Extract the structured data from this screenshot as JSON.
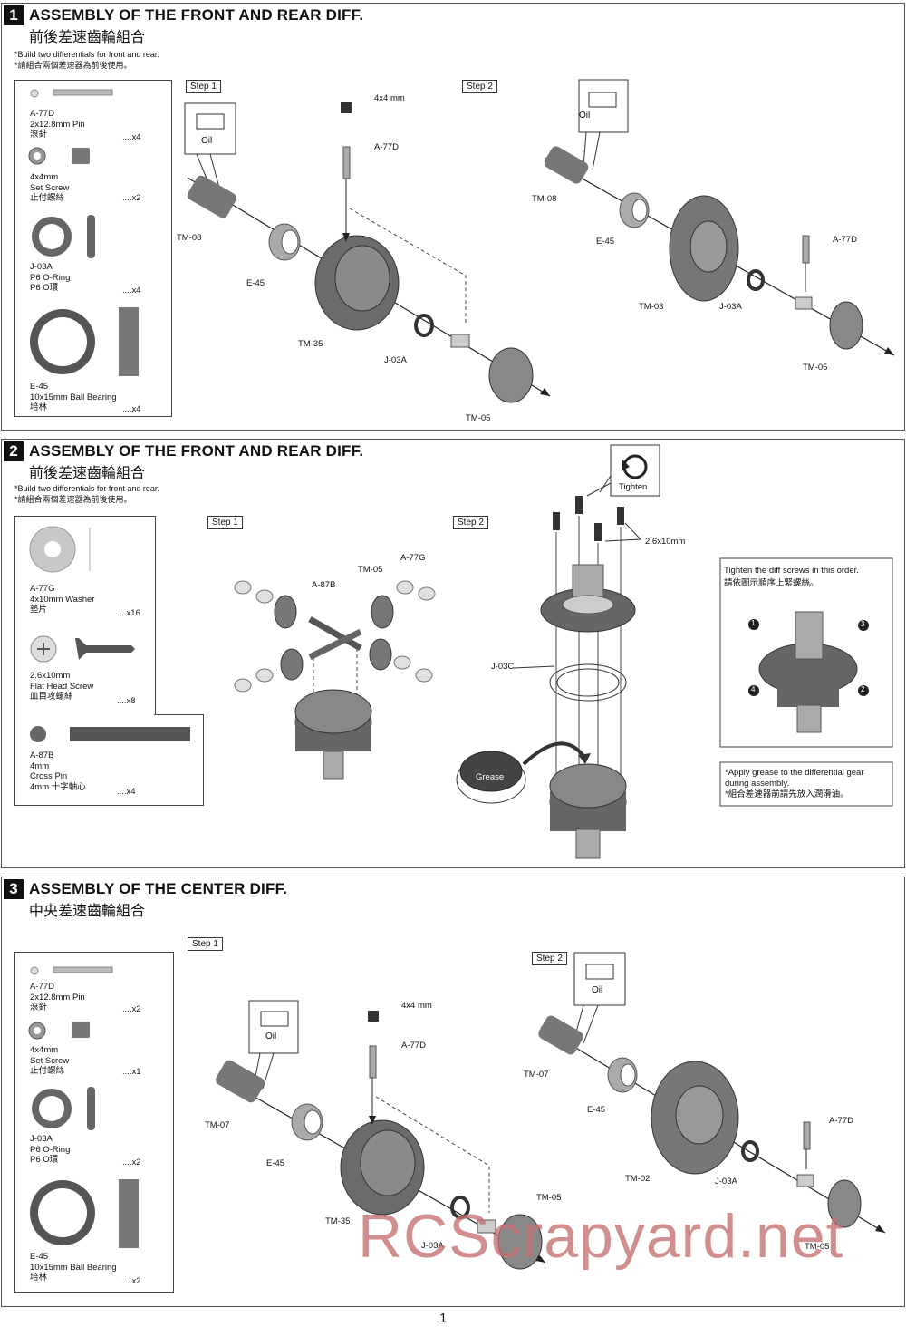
{
  "sections": [
    {
      "num": "1",
      "title": "ASSEMBLY OF THE FRONT AND REAR DIFF.",
      "subtitle": "前後差速齒輪組合",
      "note_en": "*Build two differentials for front and rear.",
      "note_zh": "*請組合兩個差速器為前後使用。",
      "parts": [
        {
          "code": "A-77D",
          "name": "2x12.8mm Pin",
          "zh": "滾針",
          "qty": "....x4"
        },
        {
          "code": "4x4mm",
          "name": "Set Screw",
          "zh": "止付螺絲",
          "qty": "....x2"
        },
        {
          "code": "J-03A",
          "name": "P6 O-Ring",
          "zh": "P6 O環",
          "qty": "....x4"
        },
        {
          "code": "E-45",
          "name": "10x15mm Ball Bearing",
          "zh": "培林",
          "qty": "....x4"
        }
      ],
      "step1": "Step 1",
      "step2": "Step 2",
      "oil": "Oil",
      "labels": {
        "screw": "4x4 mm",
        "pin": "A-77D",
        "tm08": "TM-08",
        "e45": "E-45",
        "tm35": "TM-35",
        "j03a": "J-03A",
        "tm05": "TM-05",
        "tm08b": "TM-08",
        "e45b": "E-45",
        "tm03": "TM-03",
        "j03ab": "J-03A",
        "pinb": "A-77D",
        "tm05b": "TM-05"
      }
    },
    {
      "num": "2",
      "title": "ASSEMBLY OF THE FRONT AND REAR DIFF.",
      "subtitle": "前後差速齒輪組合",
      "note_en": "*Build two differentials for front and rear.",
      "note_zh": "*請組合兩個差速器為前後使用。",
      "parts": [
        {
          "code": "A-77G",
          "name": "4x10mm Washer",
          "zh": "墊片",
          "qty": "....x16"
        },
        {
          "code": "2.6x10mm",
          "name": "Flat Head Screw",
          "zh": "皿目攻螺絲",
          "qty": "....x8"
        },
        {
          "code": "A-87B",
          "name": "4mm",
          "name2": "Cross Pin",
          "zh": "4mm 十字軸心",
          "qty": "....x4"
        }
      ],
      "step1": "Step 1",
      "step2": "Step 2",
      "tighten": "Tighten",
      "grease": "Grease",
      "labels": {
        "a87b": "A-87B",
        "tm05": "TM-05",
        "a77g": "A-77G",
        "j03c": "J-03C",
        "screws": "2.6x10mm"
      },
      "order_note_en": "Tighten the diff screws in this order.",
      "order_note_zh": "請依圖示順序上緊螺絲。",
      "order": [
        "1",
        "2",
        "3",
        "4"
      ],
      "grease_note_en1": "*Apply grease to the differential gear",
      "grease_note_en2": "during assembly.",
      "grease_note_zh": "*組合差速器前請先放入潤滑油。"
    },
    {
      "num": "3",
      "title": "ASSEMBLY OF THE CENTER DIFF.",
      "subtitle": "中央差速齒輪組合",
      "parts": [
        {
          "code": "A-77D",
          "name": "2x12.8mm Pin",
          "zh": "滾針",
          "qty": "....x2"
        },
        {
          "code": "4x4mm",
          "name": "Set Screw",
          "zh": "止付螺絲",
          "qty": "....x1"
        },
        {
          "code": "J-03A",
          "name": "P6 O-Ring",
          "zh": "P6 O環",
          "qty": "....x2"
        },
        {
          "code": "E-45",
          "name": "10x15mm Ball Bearing",
          "zh": "培林",
          "qty": "....x2"
        }
      ],
      "step1": "Step 1",
      "step2": "Step 2",
      "oil": "Oil",
      "labels": {
        "screw": "4x4 mm",
        "pin": "A-77D",
        "tm07": "TM-07",
        "e45": "E-45",
        "tm35": "TM-35",
        "j03a": "J-03A",
        "tm05": "TM-05",
        "tm07b": "TM-07",
        "e45b": "E-45",
        "tm02": "TM-02",
        "j03ab": "J-03A",
        "pinb": "A-77D",
        "tm05b": "TM-05"
      }
    }
  ],
  "watermark": "RCScrapyard.net",
  "page_number": "1"
}
